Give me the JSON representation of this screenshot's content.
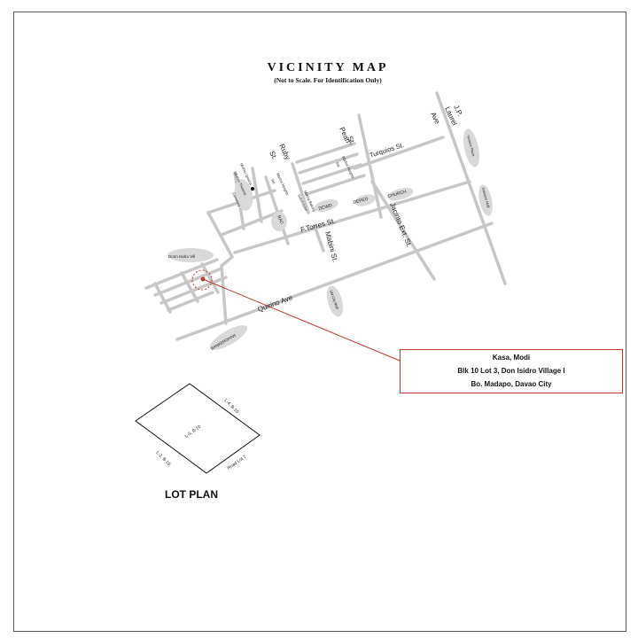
{
  "map": {
    "title": "VICINITY MAP",
    "subtitle": "(Not to Scale. For Identification Only)",
    "colors": {
      "road": "#c7c7c7",
      "blob": "#d9d9d9",
      "pointer": "#c0392b",
      "text": "#222222"
    },
    "labels": {
      "jp_laurel_1": "J.P.",
      "jp_laurel_2": "Laurel",
      "jp_laurel_3": "Ave",
      "pearl_1": "Pearl",
      "pearl_2": "St.",
      "ruby_1": "Ruby",
      "ruby_2": "St.",
      "turquoise": "Turquios St.",
      "victoria_plaza": "Victoria Plaza",
      "gaisano_mall": "Gaisano Mall",
      "market_heights": "Marfori Heights",
      "market_heights_sub": "Rd.",
      "church": "CHURCH",
      "deped": "DEPED",
      "dcwd": "DCWD",
      "matina_balong": "Matina Balong",
      "matina_balong_sub": "Subdivision",
      "marfori_heights_2": "Marfori Heights",
      "marfori_heights_2_sub": "Rd.",
      "mother_ignacia": "Mother Ignacia",
      "mother_theresa": "Mother Theresa",
      "cemetery": "Cemetery",
      "rac": "RAC",
      "f_torres": "F.Torres St.",
      "mabini": "Mabini St.",
      "jacinto": "Jacinto Ext. St.",
      "don_isidro": "Donn Isidro Vill",
      "quirino": "Quirino Ave",
      "sm_city_mall": "SM City Mall",
      "bankerohan": "BANKEROHAN"
    }
  },
  "info_box": {
    "line1": "Kasa, Modi",
    "line2": "Blk 10 Lot 3, Don Isidro Village I",
    "line3": "Bo. Madapo, Davao City"
  },
  "lot_plan": {
    "title": "LOT PLAN",
    "top_right": "L-4, B-10",
    "center": "L-3, B-10",
    "bottom_left": "L-2, B-10",
    "bottom_right": "Road Lot 7"
  }
}
